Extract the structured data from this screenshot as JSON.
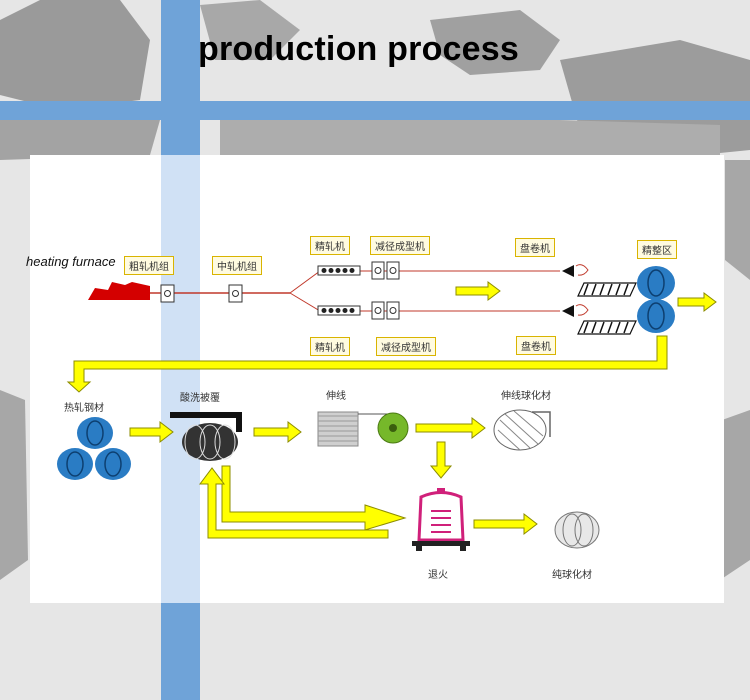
{
  "title": "production process",
  "labels": {
    "heating_furnace": "heating furnace",
    "roughing_mill": "粗轧机组",
    "middle_mill": "中轧机组",
    "finishing_mill_top": "精轧机",
    "reducing_sizing_top": "减径成型机",
    "coiler_top": "盘卷机",
    "finishing_area": "精整区",
    "finishing_mill_bottom": "精轧机",
    "reducing_sizing_bottom": "减径成型机",
    "coiler_bottom": "盘卷机",
    "hot_rolled_wire": "热轧钢材",
    "pickling_coating": "酸洗被覆",
    "wire_drawing": "伸线",
    "drawn_spheroidized": "伸线球化材",
    "annealing": "退火",
    "pure_spheroidized": "纯球化材"
  },
  "colors": {
    "blue_band": "#6fa3d8",
    "panel": "#ffffff",
    "arrow_yellow": "#ffff00",
    "arrow_outline": "#8c8c00",
    "coil_blue": "#2a7cc4",
    "furnace_red": "#d40000",
    "line_red": "#c0392b",
    "magenta": "#d0207a"
  }
}
